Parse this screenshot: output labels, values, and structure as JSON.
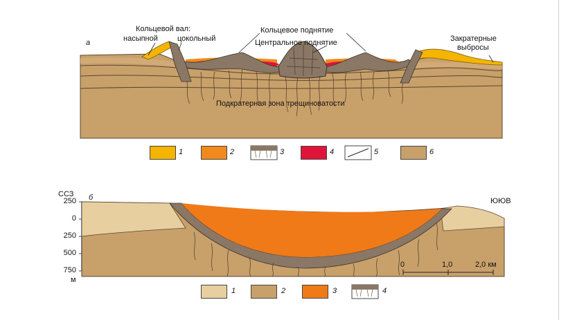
{
  "panel_a": {
    "letter": "а",
    "labels": {
      "ring_rampart": "Кольцевой вал:",
      "bulk": "насыпной",
      "basement": "цокольный",
      "ring_uplift": "Кольцевое поднятие",
      "central_uplift": "Центральное поднятие",
      "ejecta_line1": "Закратерные",
      "ejecta_line2": "выбросы",
      "fracture_zone": "Подкратерная зона трещиноватости"
    },
    "legend": [
      {
        "num": "1",
        "color": "#f4b400",
        "pattern": "solid"
      },
      {
        "num": "2",
        "color": "#f08a1c",
        "pattern": "solid"
      },
      {
        "num": "3",
        "color": "#8a7766",
        "pattern": "breccia"
      },
      {
        "num": "4",
        "color": "#e0143a",
        "pattern": "solid"
      },
      {
        "num": "5",
        "color": "#ffffff",
        "pattern": "line"
      },
      {
        "num": "6",
        "color": "#c8a06a",
        "pattern": "solid"
      }
    ]
  },
  "panel_b": {
    "letter": "б",
    "left_dir": "ССЗ",
    "right_dir": "ЮЮВ",
    "depth_ticks": [
      "250",
      "0",
      "250",
      "500",
      "750"
    ],
    "depth_unit": "м",
    "scale_ticks": [
      "0",
      "1,0",
      "2,0 км"
    ],
    "legend": [
      {
        "num": "1",
        "color": "#e8cfa0",
        "pattern": "solid"
      },
      {
        "num": "2",
        "color": "#c8a06a",
        "pattern": "solid"
      },
      {
        "num": "3",
        "color": "#f07a18",
        "pattern": "solid"
      },
      {
        "num": "4",
        "color": "#8a7766",
        "pattern": "breccia"
      }
    ]
  }
}
